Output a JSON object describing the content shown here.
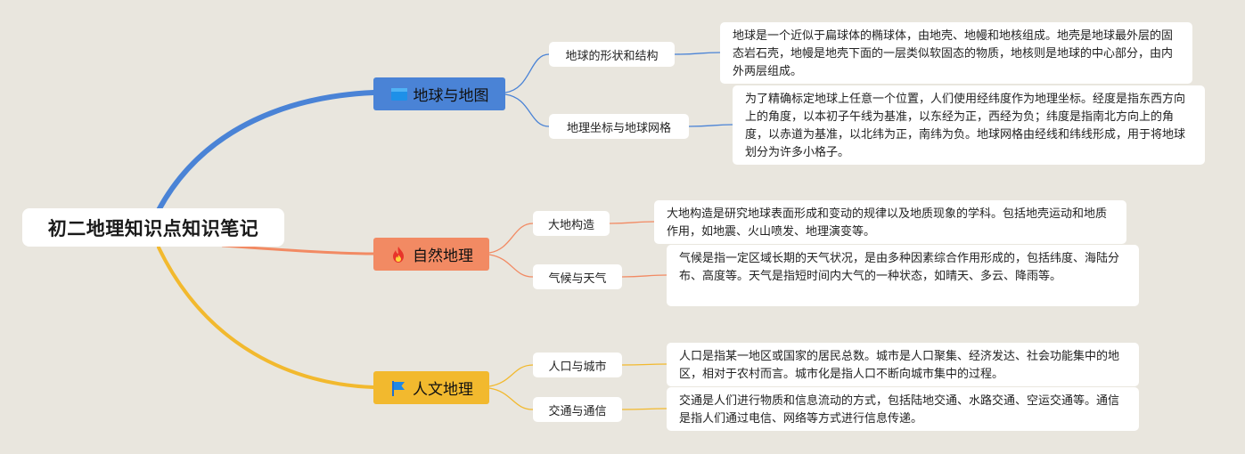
{
  "root": {
    "title": "初二地理知识点知识笔记"
  },
  "branches": [
    {
      "label": "地球与地图",
      "icon": "blue-square-icon",
      "color": "#4a83d6",
      "topics": [
        {
          "label": "地球的形状和结构",
          "note": "地球是一个近似于扁球体的椭球体，由地壳、地幔和地核组成。地壳是地球最外层的固态岩石壳，地幔是地壳下面的一层类似软固态的物质，地核则是地球的中心部分，由内外两层组成。"
        },
        {
          "label": "地理坐标与地球网格",
          "note": "为了精确标定地球上任意一个位置，人们使用经纬度作为地理坐标。经度是指东西方向上的角度，以本初子午线为基准，以东经为正，西经为负；纬度是指南北方向上的角度，以赤道为基准，以北纬为正，南纬为负。地球网格由经线和纬线形成，用于将地球划分为许多小格子。"
        }
      ]
    },
    {
      "label": "自然地理",
      "icon": "fire-icon",
      "color": "#f28a63",
      "topics": [
        {
          "label": "大地构造",
          "note": "大地构造是研究地球表面形成和变动的规律以及地质现象的学科。包括地壳运动和地质作用，如地震、火山喷发、地理演变等。"
        },
        {
          "label": "气候与天气",
          "note": "气候是指一定区域长期的天气状况，是由多种因素综合作用形成的，包括纬度、海陆分布、高度等。天气是指短时间内大气的一种状态，如晴天、多云、降雨等。"
        }
      ]
    },
    {
      "label": "人文地理",
      "icon": "flag-icon",
      "color": "#f2b92e",
      "topics": [
        {
          "label": "人口与城市",
          "note": "人口是指某一地区或国家的居民总数。城市是人口聚集、经济发达、社会功能集中的地区，相对于农村而言。城市化是指人口不断向城市集中的过程。"
        },
        {
          "label": "交通与通信",
          "note": "交通是人们进行物质和信息流动的方式，包括陆地交通、水路交通、空运交通等。通信是指人们通过电信、网络等方式进行信息传递。"
        }
      ]
    }
  ]
}
